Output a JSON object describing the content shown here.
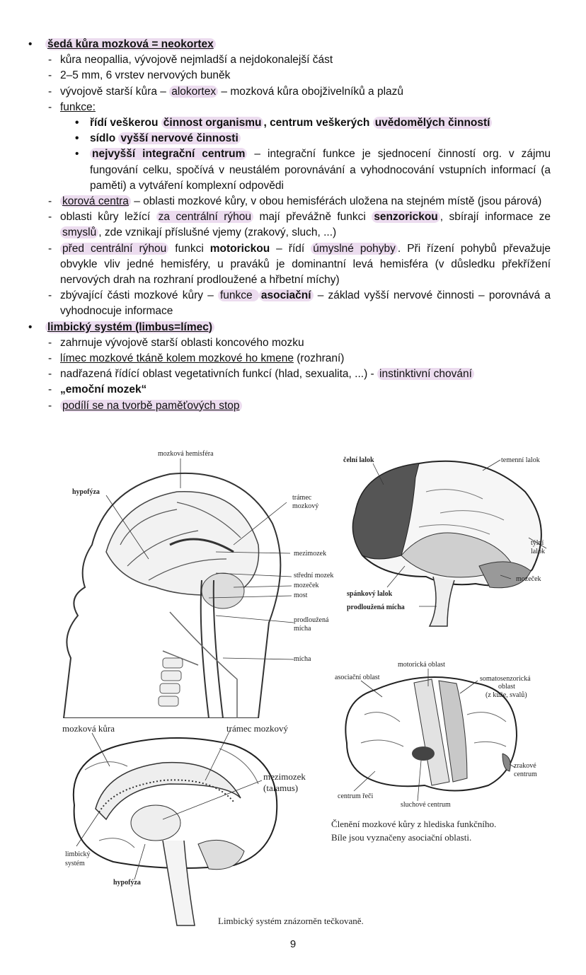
{
  "text": {
    "h1": "šedá kůra mozková = neokortex",
    "l1": "kůra neopallia, vývojově nejmladší a nejdokonalejší část",
    "l2": "2–5 mm, 6 vrstev nervových buněk",
    "l3a": "vývojově starší kůra – ",
    "l3b": "alokortex",
    "l3c": " – mozková kůra obojživelníků a plazů",
    "l4": "funkce:",
    "s1a": "řídí veškerou ",
    "s1b": "činnost organismu",
    "s1c": ", centrum veškerých ",
    "s1d": "uvědomělých činností",
    "s2a": "sídlo ",
    "s2b": "vyšší nervové činnosti",
    "s3a": "nejvyšší integrační centrum",
    "s3b": " – integrační funkce je sjednocení činností org. v zájmu fungování celku, spočívá v neustálém porovnávání a vyhodnocování vstupních informací (a paměti) a vytváření komplexní odpovědi",
    "l5a": "korová centra",
    "l5b": " – oblasti mozkové kůry, v obou hemisférách uložena na stejném místě (jsou párová)",
    "l6a": "oblasti kůry ležící ",
    "l6b": "za centrální rýhou",
    "l6c": " mají převážně funkci ",
    "l6d": "senzorickou",
    "l6e": ", sbírají informace ze ",
    "l6f": "smyslů",
    "l6g": ", zde vznikají příslušné vjemy (zrakový, sluch, ...)",
    "l7a": "před centrální rýhou",
    "l7b": " funkci ",
    "l7c": "motorickou",
    "l7d": " – řídí ",
    "l7e": "úmyslné pohyby",
    "l7f": ". Při řízení pohybů převažuje obvykle vliv jedné hemisféry, u praváků je dominantní levá hemisféra (v důsledku překřížení nervových drah na rozhraní prodloužené a hřbetní míchy)",
    "l8a": "zbývající části mozkové kůry – ",
    "l8b": "funkce ",
    "l8c": "asociační",
    "l8d": " – základ vyšší nervové činnosti – porovnává a vyhodnocuje informace",
    "h2": "limbický systém (limbus=límec)",
    "m1": "zahrnuje vývojově starší oblasti koncového mozku",
    "m2a": "límec mozkové tkáně kolem mozkové ho kmene",
    "m2b": " (rozhraní)",
    "m3a": "nadřazená řídící oblast vegetativních funkcí (hlad, sexualita, ...) - ",
    "m3b": "instinktivní chování",
    "m4": "„emoční mozek“",
    "m5": "podílí se na tvorbě paměťových stop"
  },
  "figures": {
    "sagittal": [
      "mozková hemisféra",
      "hypofýza",
      "trámec",
      "mozkový",
      "mezimozek",
      "střední mozek",
      "mozeček",
      "most",
      "prodloužená",
      "mícha",
      "mícha"
    ],
    "lobes": [
      "čelní lalok",
      "temenní lalok",
      "týlní",
      "lalok",
      "mozeček",
      "spánkový lalok",
      "prodloužená mícha"
    ],
    "functional": [
      "motorická oblast",
      "asociační oblast",
      "somatosenzorická",
      "oblast",
      "(z kůže, svalů)",
      "zrakové",
      "centrum",
      "centrum řeči",
      "sluchové centrum"
    ],
    "limbic": [
      "mozková kůra",
      "trámec mozkový",
      "mezimozek",
      "(talamus)",
      "limbický",
      "systém",
      "hypofýza"
    ],
    "caption_functional_1": "Členění mozkové kůry z hlediska funkčního.",
    "caption_functional_2": "Bíle jsou vyznačeny asociační oblasti.",
    "caption_limbic": "Limbický systém znázorněn tečkovaně."
  },
  "page_number": "9"
}
